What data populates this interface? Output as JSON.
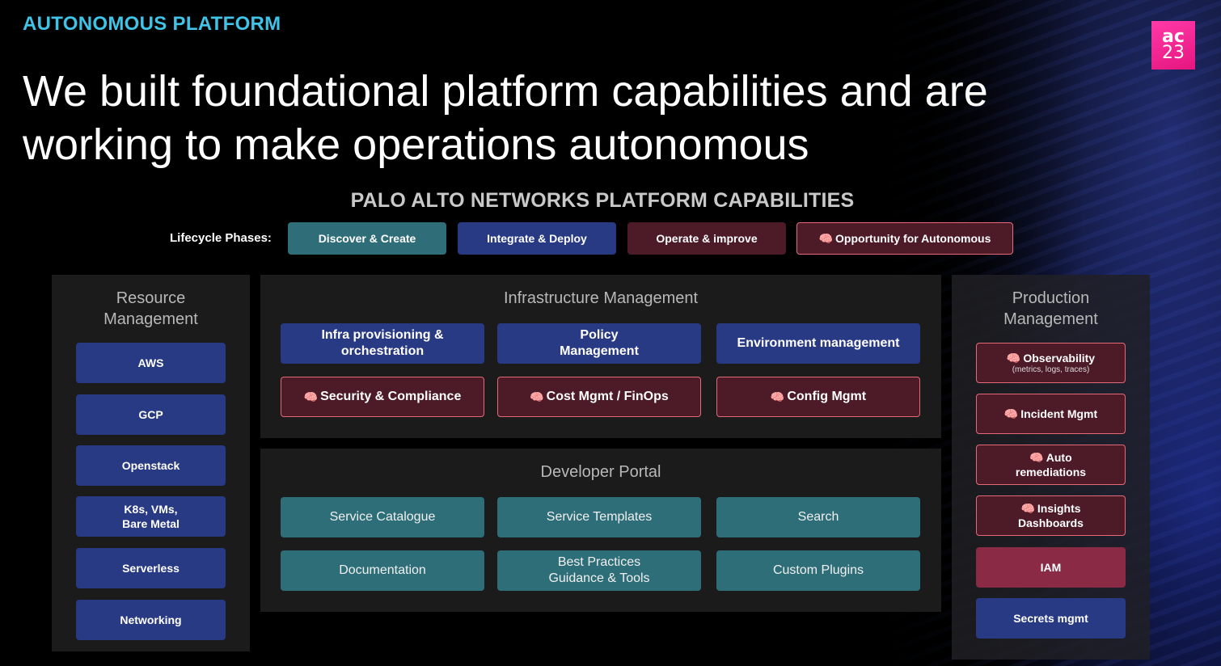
{
  "eyebrow": "AUTONOMOUS PLATFORM",
  "logo": {
    "line1": "ac",
    "line2": "23"
  },
  "headline": "We built foundational platform capabilities and are working to make operations autonomous",
  "section_title": "PALO ALTO NETWORKS PLATFORM CAPABILITIES",
  "lifecycle": {
    "label": "Lifecycle Phases:",
    "phases": [
      "Discover & Create",
      "Integrate & Deploy",
      "Operate & improve",
      "Opportunity for Autonomous"
    ]
  },
  "resource": {
    "title": "Resource Management",
    "items": [
      "AWS",
      "GCP",
      "Openstack",
      "K8s, VMs,\nBare Metal",
      "Serverless",
      "Networking"
    ]
  },
  "infra": {
    "title": "Infrastructure Management",
    "row1": [
      "Infra provisioning & orchestration",
      "Policy Management",
      "Environment management"
    ],
    "row2": [
      "Security & Compliance",
      "Cost Mgmt / FinOps",
      "Config Mgmt"
    ]
  },
  "dev": {
    "title": "Developer Portal",
    "row1": [
      "Service Catalogue",
      "Service Templates",
      "Search"
    ],
    "row2": [
      "Documentation",
      "Best Practices Guidance & Tools",
      "Custom Plugins"
    ]
  },
  "production": {
    "title": "Production Management",
    "observability": "Observability",
    "observability_sub": "(metrics, logs, traces)",
    "incident": "Incident Mgmt",
    "auto_rem": "Auto remediations",
    "insights": "Insights Dashboards",
    "iam": "IAM",
    "secrets": "Secrets mgmt"
  },
  "colors": {
    "accent_cyan": "#3fc3e6",
    "teal": "#2f6e78",
    "navy": "#293a85",
    "maroon": "#4d1a27",
    "autonomous_border": "#e46a78",
    "iam_red": "#8a2a44"
  },
  "icons": {
    "autonomous": "brain-icon"
  }
}
